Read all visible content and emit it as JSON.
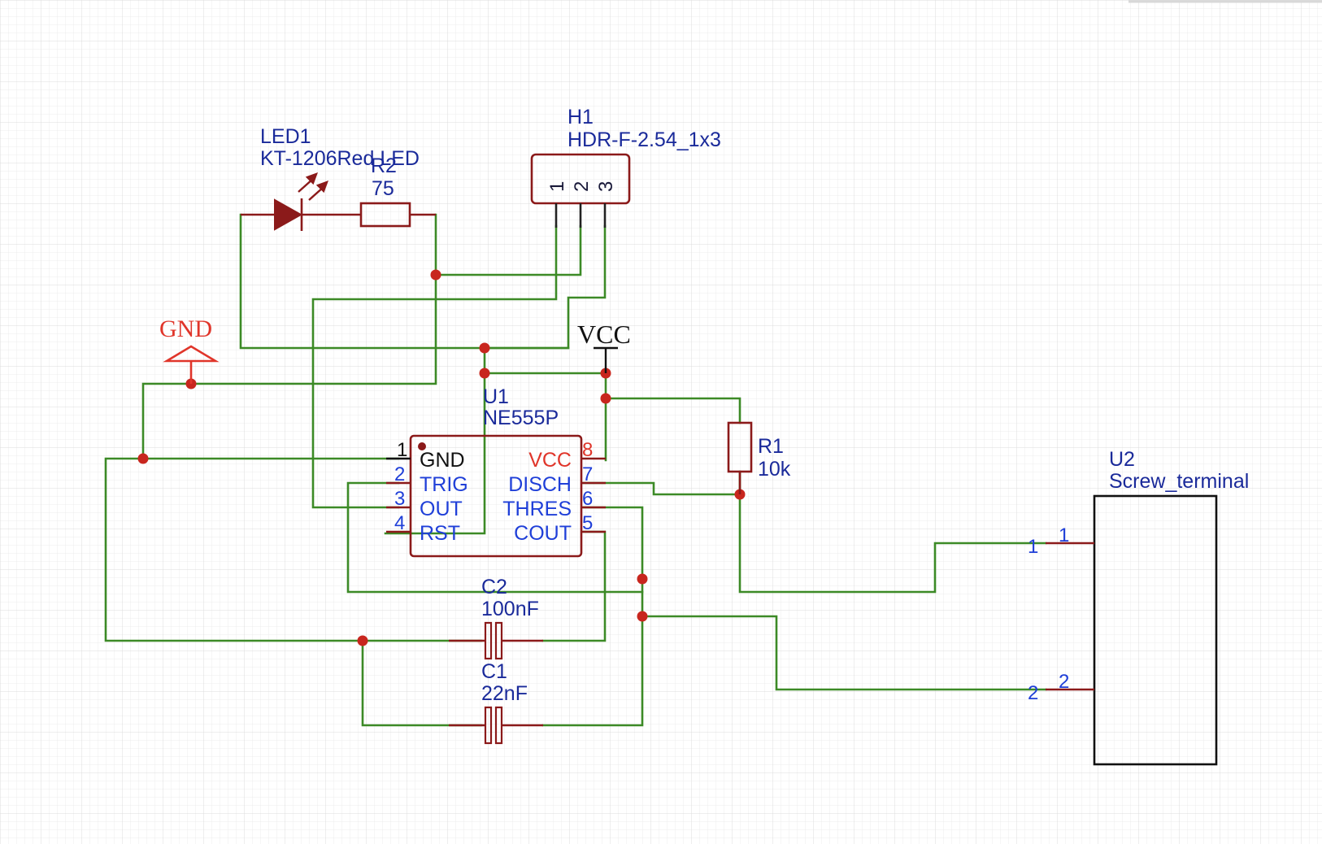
{
  "colors": {
    "wire": "#3c8a26",
    "component": "#8b1a1a",
    "junction": "#c8261e",
    "label": "#1a2a9a",
    "pin_text": "#1f3fd8",
    "gnd": "#e0352a",
    "vcc_pin": "#e0352a",
    "grid": "#e4e4e4"
  },
  "components": {
    "led1": {
      "ref": "LED1",
      "value": "KT-1206Red LED",
      "icon": "led-icon"
    },
    "r2": {
      "ref": "R2",
      "value": "75"
    },
    "h1": {
      "ref": "H1",
      "value": "HDR-F-2.54_1x3",
      "pins": [
        "1",
        "2",
        "3"
      ]
    },
    "gnd": {
      "label": "GND"
    },
    "vcc": {
      "label": "VCC"
    },
    "u1": {
      "ref": "U1",
      "value": "NE555P",
      "left_pins": [
        {
          "num": "1",
          "name": "GND"
        },
        {
          "num": "2",
          "name": "TRIG"
        },
        {
          "num": "3",
          "name": "OUT"
        },
        {
          "num": "4",
          "name": "RST"
        }
      ],
      "right_pins": [
        {
          "num": "8",
          "name": "VCC"
        },
        {
          "num": "7",
          "name": "DISCH"
        },
        {
          "num": "6",
          "name": "THRES"
        },
        {
          "num": "5",
          "name": "COUT"
        }
      ]
    },
    "r1": {
      "ref": "R1",
      "value": "10k"
    },
    "c2": {
      "ref": "C2",
      "value": "100nF"
    },
    "c1": {
      "ref": "C1",
      "value": "22nF"
    },
    "u2": {
      "ref": "U2",
      "value": "Screw_terminal",
      "pins": [
        {
          "num": "1",
          "net_label": "1"
        },
        {
          "num": "2",
          "net_label": "2"
        }
      ]
    }
  }
}
